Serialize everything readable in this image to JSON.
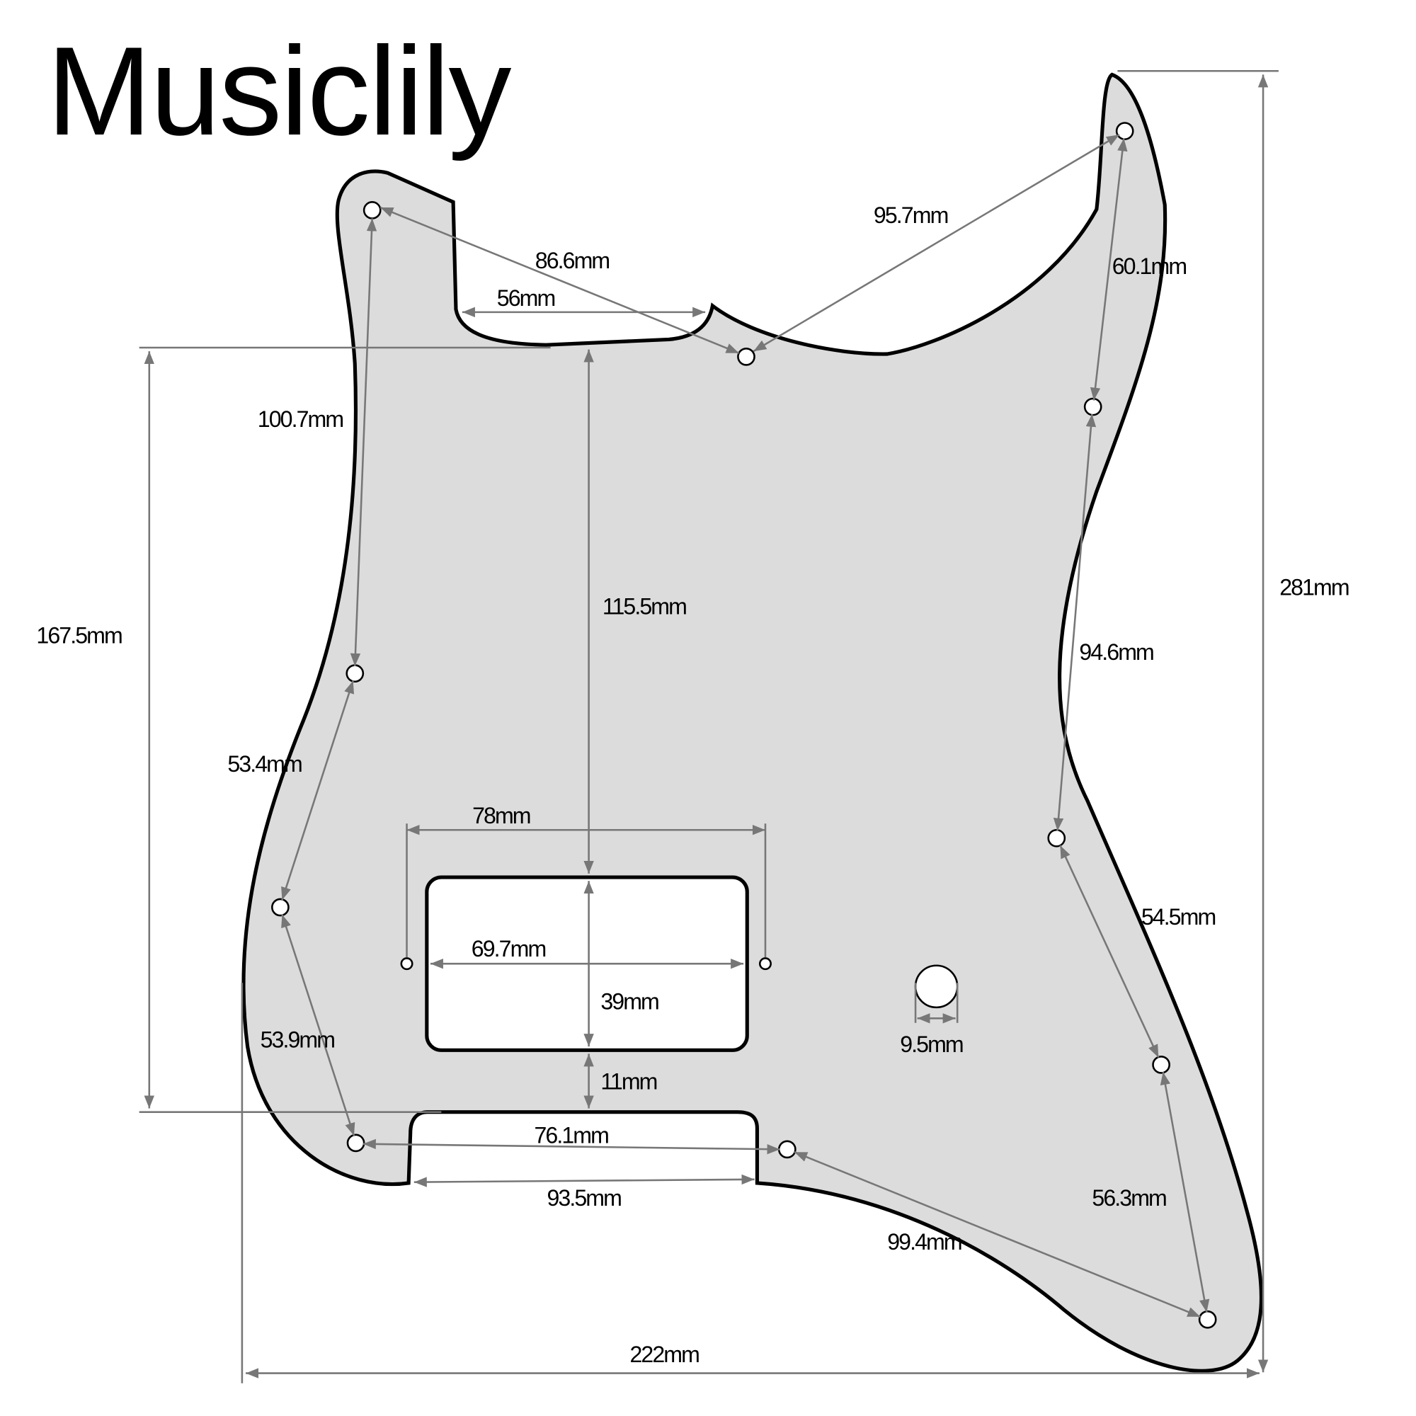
{
  "brand": "Musiclily",
  "colors": {
    "pickguard_fill": "#dcdcdc",
    "outline": "#000000",
    "dimension_line": "#777777",
    "hole_fill": "#ffffff"
  },
  "diagram": {
    "subject": "Electric guitar pickguard (single humbucker)",
    "dimensions": {
      "overall_width": "222mm",
      "overall_height": "281mm",
      "left_height": "167.5mm",
      "neck_pocket_width": "56mm",
      "hole_top_left_to_neck_hole": "86.6mm",
      "neck_hole_to_top_right_hole": "95.7mm",
      "top_right_to_right_upper": "60.1mm",
      "left_top_to_left_mid": "100.7mm",
      "neck_to_humbucker": "115.5mm",
      "right_upper_to_right_mid": "94.6mm",
      "left_mid_to_left_lower": "53.4mm",
      "humbucker_mount_spacing": "78mm",
      "humbucker_width": "69.7mm",
      "humbucker_height": "39mm",
      "right_mid_to_right_lower": "54.5mm",
      "left_lower_to_bottom_left": "53.9mm",
      "jack_hole_diameter": "9.5mm",
      "humbucker_to_bottom_cutout": "11mm",
      "bottom_hole_spacing": "76.1mm",
      "bottom_cutout_width": "93.5mm",
      "right_lower_to_bottom_right": "56.3mm",
      "bottom_mid_to_bottom_right": "99.4mm"
    }
  }
}
